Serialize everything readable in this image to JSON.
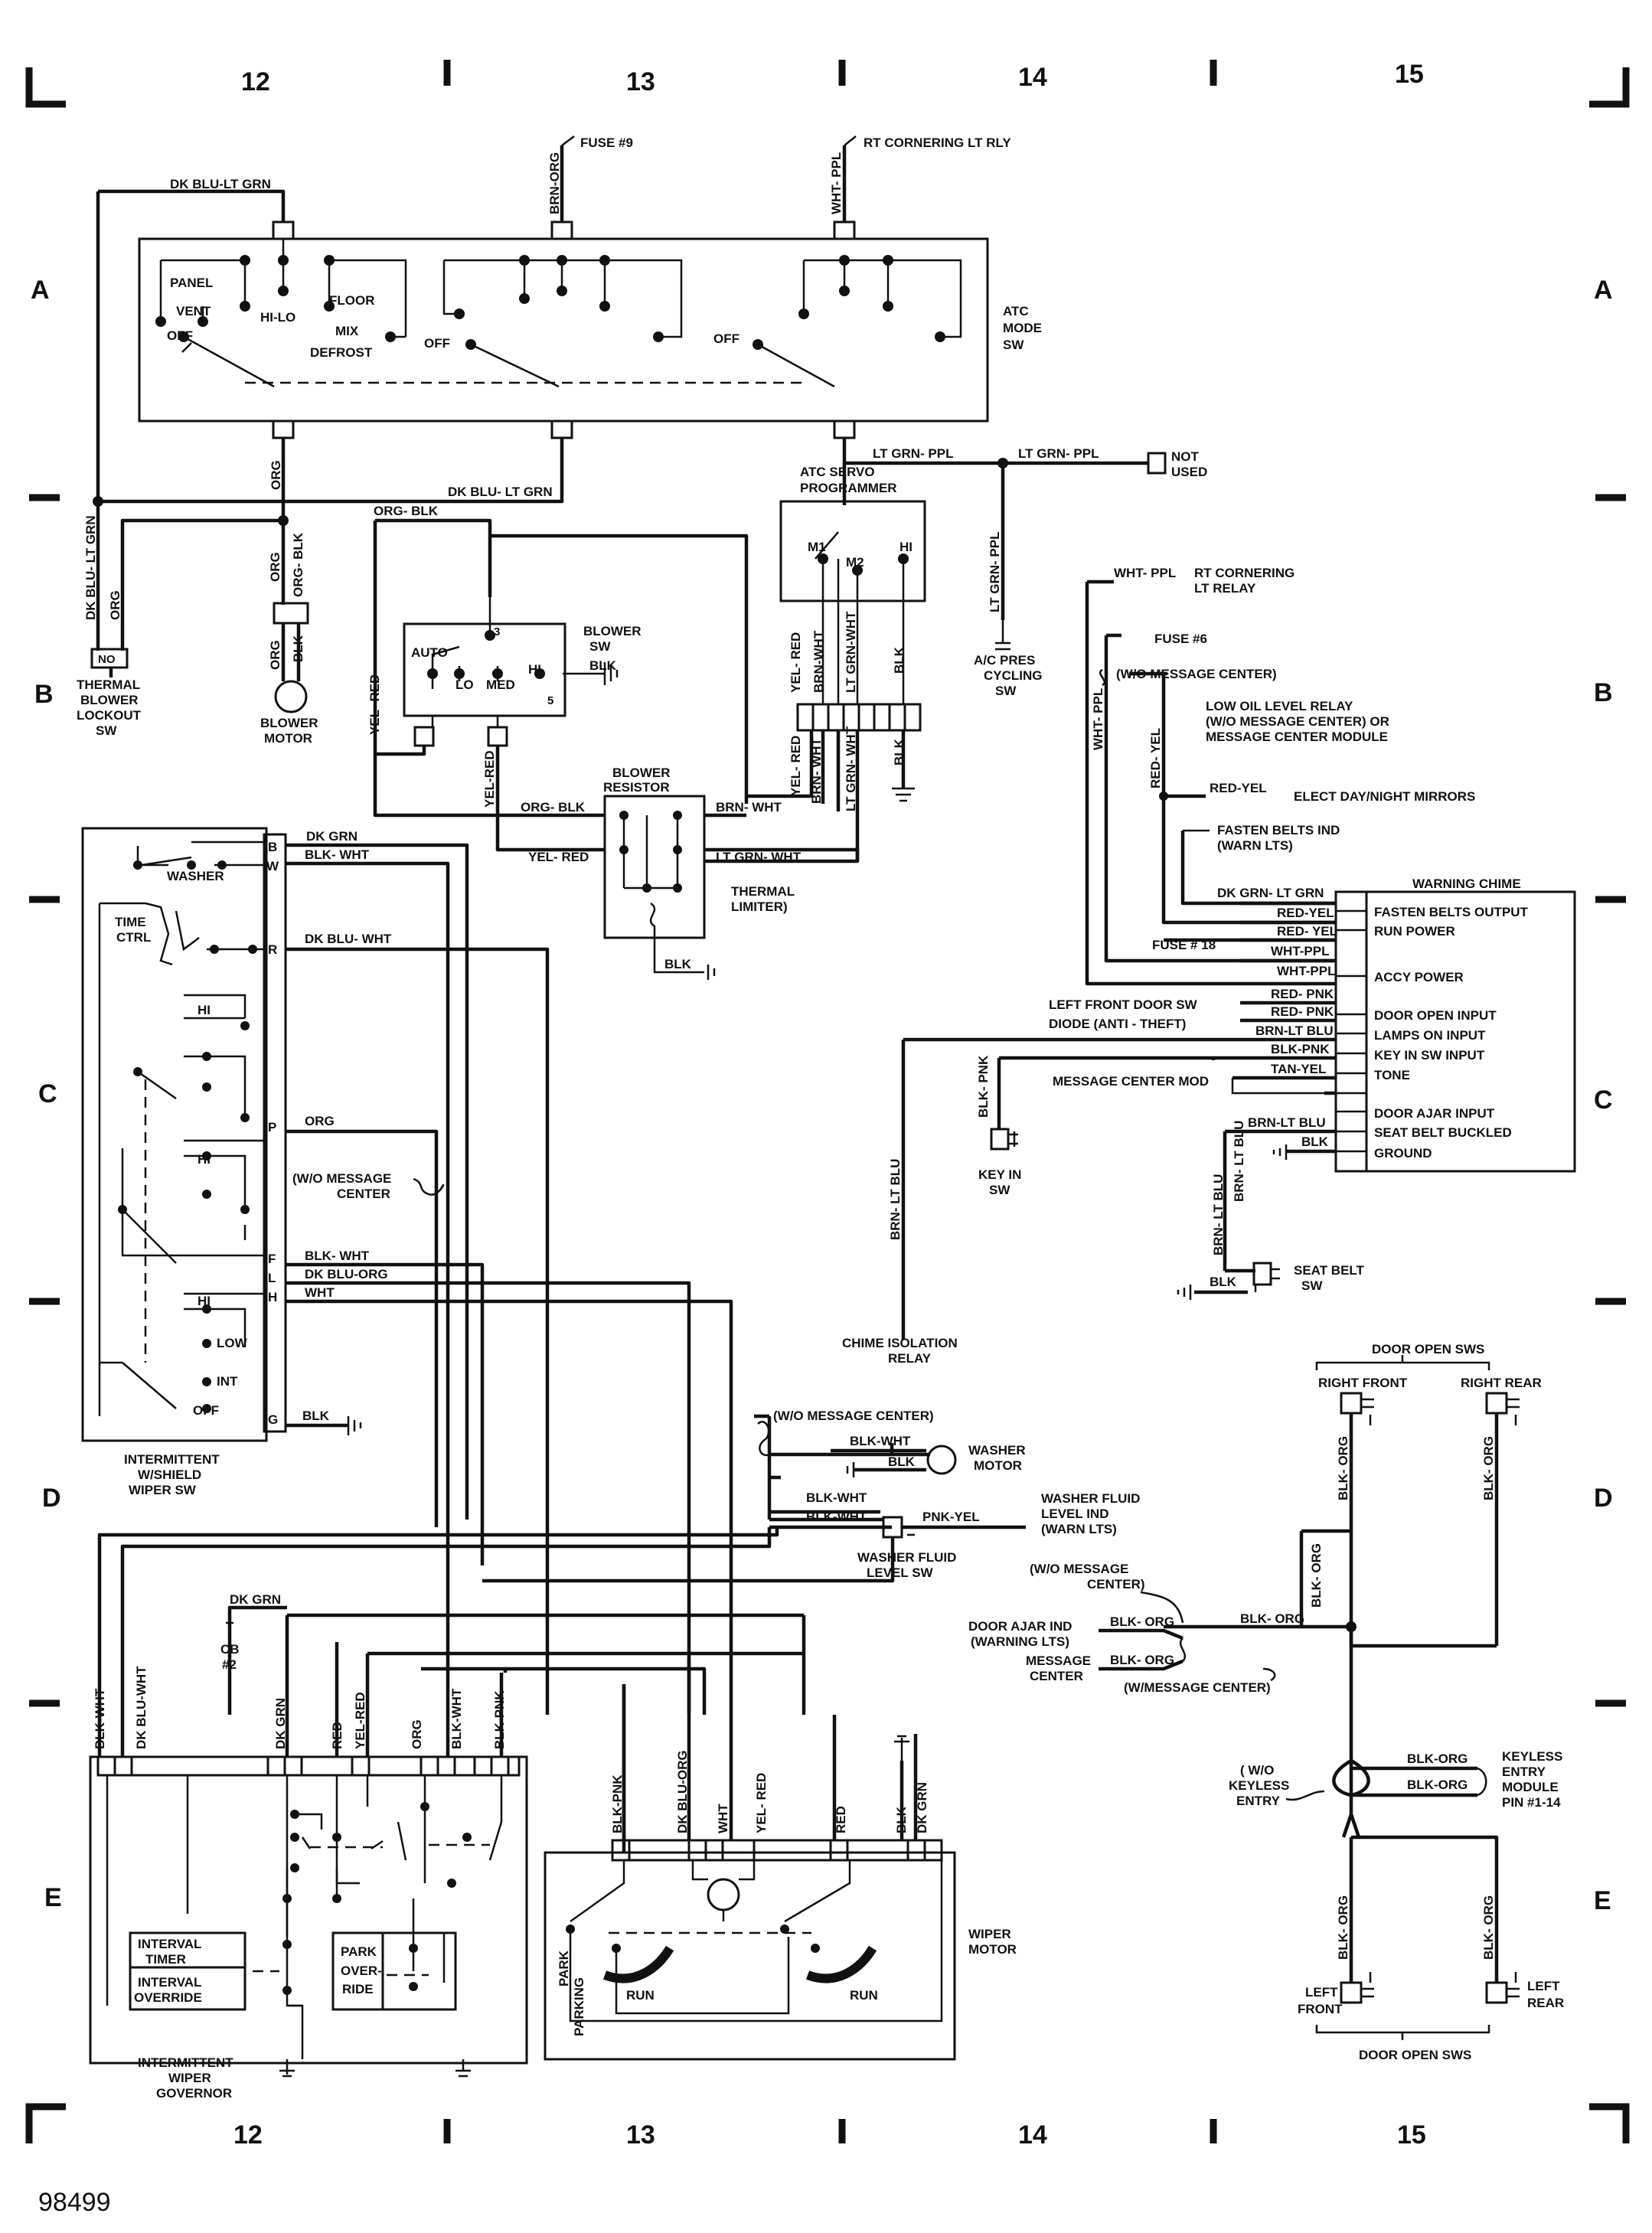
{
  "border": {
    "columns": [
      "12",
      "13",
      "14",
      "15"
    ],
    "rows": [
      "A",
      "B",
      "C",
      "D",
      "E"
    ],
    "figure_number": "98499"
  },
  "atc_mode_sw": {
    "title": [
      "ATC",
      "MODE",
      "SW"
    ],
    "positions": [
      "PANEL",
      "VENT",
      "HI-LO",
      "FLOOR",
      "MIX",
      "DEFROST",
      "OFF"
    ],
    "off_labels": [
      "OFF",
      "OFF"
    ]
  },
  "fuse_9": "FUSE #9",
  "rt_cornering_top": "RT CORNERING LT RLY",
  "wires": {
    "dk_blu_lt_grn": "DK BLU-LT GRN",
    "brn_org": "BRN-ORG",
    "wht_ppl": "WHT- PPL",
    "org": "ORG",
    "dk_blu_lt_grn_2": "DK BLU- LT GRN",
    "lt_grn_ppl_a": "LT GRN- PPL",
    "lt_grn_ppl_b": "LT GRN- PPL",
    "lt_grn_ppl_v": "LT GRN- PPL",
    "org_blk": "ORG- BLK",
    "dk_blu_lt_grn_v": "DK BLU- LT GRN",
    "org_v": "ORG",
    "org_blk_v": "ORG- BLK",
    "org_v2": "ORG",
    "blk_v": "BLK",
    "yel_red_v": "YEL- RED",
    "yel_red_v2": "YEL-RED",
    "yel_red_v3": "YEL- RED",
    "brn_wht_v": "BRN-WHT",
    "lt_grn_wht_v": "LT GRN-WHT",
    "blk_v2": "BLK",
    "yel_red_v4": "YEL- RED",
    "brn_wht_v2": "BRN- WHT",
    "lt_grn_wht_v2": "LT GRN- WHT",
    "blk_v3": "BLK",
    "org_blk_h": "ORG- BLK",
    "brn_wht_h": "BRN- WHT",
    "yel_red_h": "YEL- RED",
    "lt_grn_wht_h": "LT GRN- WHT",
    "blk_h": "BLK",
    "blk_h2": "BLK",
    "dk_grn": "DK GRN",
    "blk_wht": "BLK- WHT",
    "dk_blu_wht": "DK BLU- WHT",
    "org_h": "ORG",
    "blk_wht_f": "BLK- WHT",
    "dk_blu_org": "DK BLU-ORG",
    "wht": "WHT",
    "blk_g": "BLK",
    "blk_wht_wm": "BLK-WHT",
    "blk_wm": "BLK",
    "blk_wht_wf1": "BLK-WHT",
    "blk_wht_wf2": "BLK-WHT",
    "pnk_yel": "PNK-YEL",
    "dk_grn_cb": "DK GRN",
    "gov_blk_wht": "BLK-WHT",
    "gov_dk_blu_wht": "DK BLU-WHT",
    "gov_dk_grn": "DK GRN",
    "gov_red": "RED",
    "gov_yel_red": "YEL-RED",
    "gov_org": "ORG",
    "gov_blk_wht2": "BLK-WHT",
    "gov_blk_pnk": "BLK-PNK",
    "wm_blk_pnk": "BLK-PNK",
    "wm_dk_blu_org": "DK BLU-ORG",
    "wm_wht": "WHT",
    "wm_yel_red": "YEL- RED",
    "wm_red": "RED",
    "wm_blk": "BLK",
    "wm_dk_grn": "DK GRN",
    "wht_ppl_b": "WHT- PPL",
    "wht_ppl_v": "WHT- PPL",
    "red_yel_v": "RED- YEL",
    "red_yel_h": "RED-YEL",
    "dk_grn_lt_grn": "DK GRN- LT GRN",
    "red_yel_1": "RED-YEL",
    "red_yel_2": "RED- YEL",
    "wht_ppl_1": "WHT-PPL",
    "wht_ppl_2": "WHT-PPL",
    "red_pnk_1": "RED- PNK",
    "red_pnk_2": "RED- PNK",
    "brn_lt_blu": "BRN-LT BLU",
    "blk_pnk": "BLK-PNK",
    "tan_yel": "TAN-YEL",
    "brn_lt_blu_2": "BRN-LT BLU",
    "blk_gnd": "BLK",
    "blk_pnk_v": "BLK- PNK",
    "brn_lt_blu_v": "BRN- LT BLU",
    "brn_lt_blu_v2": "BRN- LT BLU",
    "blk_sb": "BLK",
    "blk_org_1": "BLK- ORG",
    "blk_org_2": "BLK- ORG",
    "blk_org_3": "BLK- ORG",
    "blk_org_h": "BLK- ORG",
    "blk_org_ind1": "BLK- ORG",
    "blk_org_ind2": "BLK- ORG",
    "blk_org_k1": "BLK-ORG",
    "blk_org_k2": "BLK-ORG",
    "blk_org_lf": "BLK- ORG",
    "blk_org_lr": "BLK- ORG"
  },
  "components": {
    "not_used": [
      "NOT",
      "USED"
    ],
    "atc_servo": [
      "ATC SERVO",
      "PROGRAMMER"
    ],
    "servo_terms": [
      "M1",
      "M2",
      "HI"
    ],
    "ac_pres": [
      "A/C PRES",
      "CYCLING",
      "SW"
    ],
    "thermal_blower": [
      "THERMAL",
      "BLOWER",
      "LOCKOUT",
      "SW"
    ],
    "thermal_nc": "NO",
    "blower_motor": [
      "BLOWER",
      "MOTOR"
    ],
    "blower_sw": [
      "BLOWER",
      "SW"
    ],
    "blower_sw_pos": [
      "AUTO",
      "LO",
      "MED",
      "HI",
      "3",
      "5"
    ],
    "blower_resistor": [
      "BLOWER",
      "RESISTOR"
    ],
    "thermal_limiter": [
      "THERMAL",
      "LIMITER)"
    ],
    "wiper_sw": [
      "INTERMITTENT",
      "W/SHIELD",
      "WIPER SW"
    ],
    "wiper_sw_pos": [
      "WASHER",
      "TIME",
      "CTRL",
      "HI",
      "HI",
      "HI",
      "LOW",
      "INT",
      "OFF"
    ],
    "wiper_sw_pins": [
      "B",
      "W",
      "R",
      "P",
      "F",
      "L",
      "H",
      "G"
    ],
    "wo_msg_center_1": [
      "(W/O MESSAGE",
      "CENTER"
    ],
    "cb2": [
      "CB",
      "#2"
    ],
    "governor": [
      "INTERMITTENT",
      "WIPER",
      "GOVERNOR"
    ],
    "interval_timer": [
      "INTERVAL",
      "TIMER",
      "INTERVAL",
      "OVERRIDE"
    ],
    "park_override": [
      "PARK",
      "OVER-",
      "RIDE"
    ],
    "wiper_motor": [
      "WIPER",
      "MOTOR"
    ],
    "wiper_motor_labels": [
      "PARK",
      "PARKING",
      "RUN",
      "RUN"
    ],
    "washer_motor": [
      "WASHER",
      "MOTOR"
    ],
    "wo_msg_center_2": "(W/O  MESSAGE CENTER)",
    "washer_fluid_sw": [
      "WASHER FLUID",
      "LEVEL SW"
    ],
    "washer_fluid_ind": [
      "WASHER FLUID",
      "LEVEL IND",
      "(WARN LTS)"
    ],
    "rt_cornering_b": [
      "RT CORNERING",
      "LT RELAY"
    ],
    "fuse_6": "FUSE #6",
    "wo_msg_center_3": "(W/O MESSAGE CENTER)",
    "low_oil": [
      "LOW OIL LEVEL RELAY",
      "(W/O MESSAGE CENTER) OR",
      "MESSAGE CENTER MODULE"
    ],
    "elect_mirrors": "ELECT DAY/NIGHT MIRRORS",
    "fasten_belts_ind": [
      "FASTEN BELTS IND",
      "(WARN LTS)"
    ],
    "warning_chime": "WARNING CHIME",
    "chime_pins": [
      "FASTEN BELTS OUTPUT",
      "RUN POWER",
      "ACCY POWER",
      "DOOR OPEN INPUT",
      "LAMPS ON INPUT",
      "KEY IN SW INPUT",
      "TONE",
      "DOOR AJAR INPUT",
      "SEAT BELT BUCKLED",
      "GROUND"
    ],
    "fuse_18": "FUSE # 18",
    "left_front_door_sw": "LEFT FRONT DOOR SW",
    "diode": "DIODE (ANTI - THEFT)",
    "message_center_mod": "MESSAGE CENTER MOD",
    "key_in_sw": [
      "KEY IN",
      "SW"
    ],
    "chime_isolation": [
      "CHIME ISOLATION",
      "RELAY"
    ],
    "brn_lt_blu_long": "BRN- LT BLU",
    "seat_belt_sw": [
      "SEAT BELT",
      "SW"
    ],
    "door_open_sws_top": "DOOR OPEN SWS",
    "right_front": "RIGHT FRONT",
    "right_rear": "RIGHT REAR",
    "wo_msg_center_4": [
      "(W/O MESSAGE",
      "CENTER)"
    ],
    "door_ajar_ind": [
      "DOOR AJAR IND",
      "(WARNING LTS)"
    ],
    "message_center": [
      "MESSAGE",
      "CENTER"
    ],
    "w_msg_center": "(W/MESSAGE CENTER)",
    "wo_keyless": [
      "( W/O",
      "KEYLESS",
      "ENTRY"
    ],
    "keyless_module": [
      "KEYLESS",
      "ENTRY",
      "MODULE",
      "PIN #1-14"
    ],
    "left_front": [
      "LEFT",
      "FRONT"
    ],
    "left_rear": [
      "LEFT",
      "REAR"
    ],
    "door_open_sws_bottom": "DOOR OPEN SWS"
  }
}
